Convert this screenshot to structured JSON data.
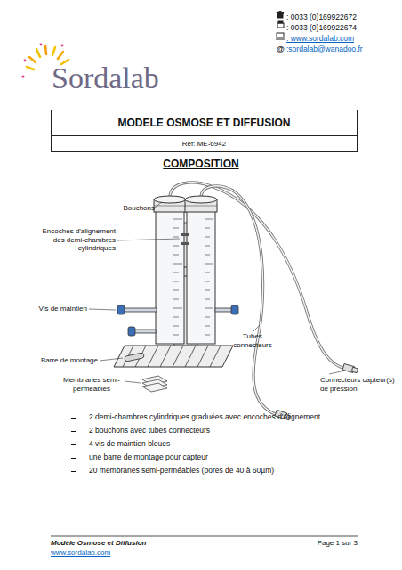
{
  "diagram": {
    "nodes": [
      {
        "text": [
          "MODELE OSMOSE ET DIFFUSION"
        ]
      },
      {
        "text": [
          "Ref: ME-6942"
        ]
      }
    ],
    "labels": [
      ": 0033 (0)169922672",
      ": 0033 (0)169922674",
      ": www.sordalab.com",
      "@",
      ":sordalab@wanadoo.fr",
      "Sordalab",
      "COMPOSITION",
      "Bouchons",
      "Encoches d'alignement des demi-chambres cylindriques",
      "Vis de maintien",
      "Tubes connecteurs",
      "Barre de montage",
      "Membranes semi-perméables",
      "Connecteurs capteur(s) de pression",
      "2 demi-chambres cylindriques graduées avec encoches d'alignement",
      "2 bouchons avec tubes connecteurs",
      "4 vis de maintien bleues",
      "une barre de montage pour capteur",
      "20 membranes semi-perméables (pores de 40 à 60µm)",
      "Modèle Osmose et Diffusion",
      "Page 1 sur 3",
      "www.sordalab.com"
    ]
  }
}
